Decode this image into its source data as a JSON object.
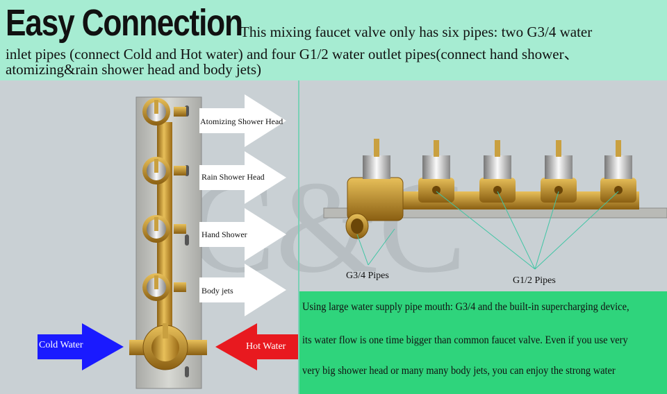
{
  "header": {
    "headline": "Easy Connection",
    "description_line1": "This mixing faucet valve only has six pipes: two G3/4 water",
    "description_line2": "inlet pipes (connect Cold  and Hot water) and four G1/2 water outlet pipes(connect hand shower、",
    "description_line3": "atomizing&rain shower head and body jets)"
  },
  "left_panel": {
    "outlets": [
      {
        "label": "Atomizing Shower Head"
      },
      {
        "label": "Rain Shower Head"
      },
      {
        "label": "Hand Shower"
      },
      {
        "label": "Body jets"
      }
    ],
    "cold_label": "Cold Water",
    "hot_label": "Hot Water",
    "cold_color": "#1a1aff",
    "hot_color": "#e8191f"
  },
  "right_panel": {
    "pipe_label_inlet": "G3/4 Pipes",
    "pipe_label_outlet": "G1/2 Pipes",
    "info_lines": [
      "Using large water supply pipe mouth: G3/4 and the built-in supercharging device,",
      "its water flow is one time bigger than common faucet valve. Even if you use very",
      "very big shower head or many many body jets, you can enjoy the strong water"
    ],
    "info_box_color": "#2fd47c"
  }
}
